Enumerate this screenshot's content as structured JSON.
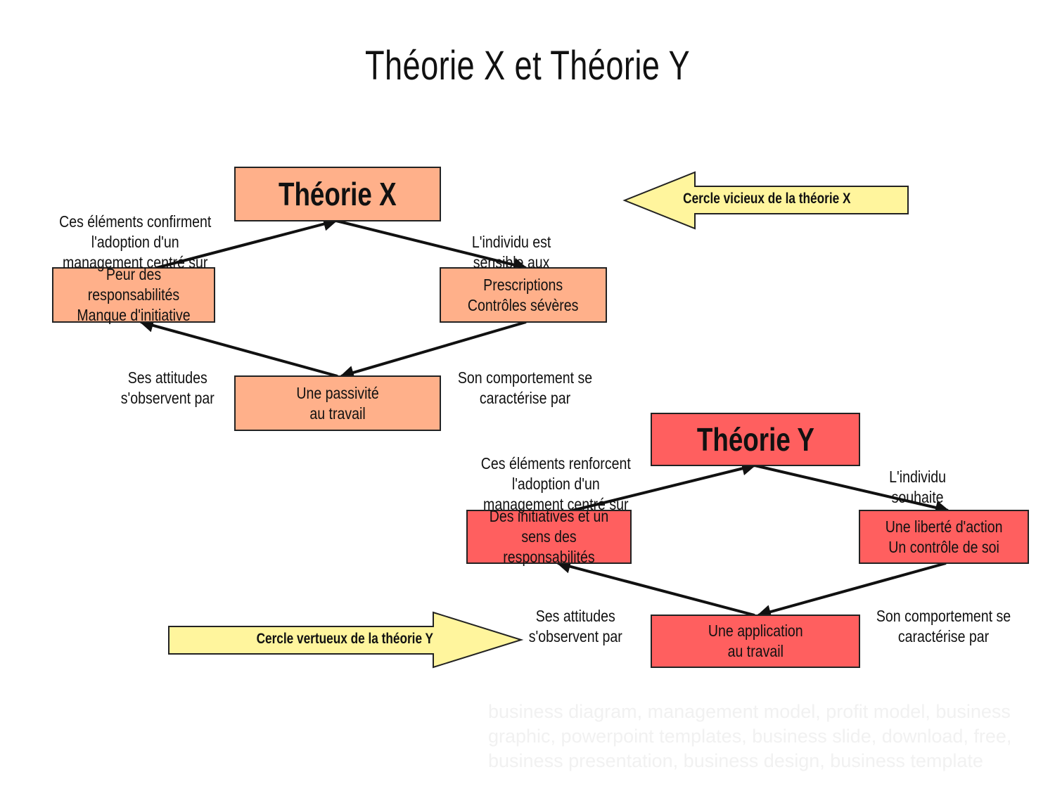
{
  "title": "Théorie X et Théorie Y",
  "theory_x": {
    "head": "Théorie X",
    "left": "Peur des responsabilités\nManque d'initiative",
    "right": "Prescriptions\nContrôles sévères",
    "bottom": "Une passivité\nau travail",
    "label_top_left": "Ces éléments confirment\nl'adoption d'un\nmanagement centré sur",
    "label_top_right": "L'individu est\nsensible aux",
    "label_bottom_left": "Ses attitudes\ns'observent par",
    "label_bottom_right": "Son comportement se\ncaractérise par",
    "banner": "Cercle vicieux de la théorie X"
  },
  "theory_y": {
    "head": "Théorie Y",
    "left": "Des initiatives et un\nsens des responsabilités",
    "right": "Une liberté d'action\nUn contrôle de soi",
    "bottom": "Une application\nau travail",
    "label_top_left": "Ces éléments renforcent\nl'adoption d'un\nmanagement centré sur",
    "label_top_right": "L'individu\nsouhaite",
    "label_bottom_left": "Ses attitudes\ns'observent par",
    "label_bottom_right": "Son comportement se\ncaractérise par",
    "banner": "Cercle vertueux de la théorie Y"
  },
  "watermark": "business diagram, management model, profit model, business\ngraphic, powerpoint templates, business slide, download, free,\nbusiness presentation, business design, business template",
  "colors": {
    "theory_x_fill": "#ffb08a",
    "theory_y_fill": "#ff5f5f",
    "banner_fill": "#fff59d",
    "stroke": "#111111"
  }
}
